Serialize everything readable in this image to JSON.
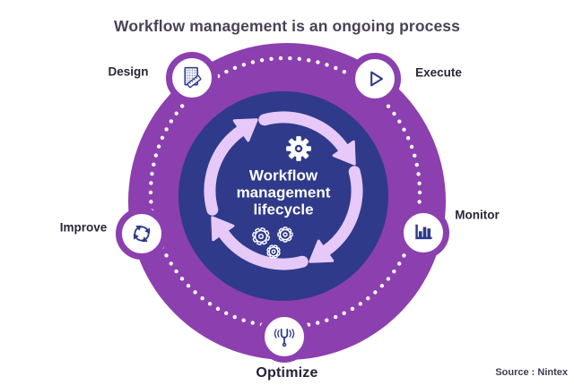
{
  "title": "Workflow management is an ongoing process",
  "center": {
    "lines": [
      "Workflow",
      "management",
      "lifecycle"
    ],
    "top_icon": "gear-icon",
    "bottom_icon": "three-gears-icon",
    "arrows_icon": "clockwise-cycle-arrows"
  },
  "nodes": [
    {
      "id": "design",
      "label": "Design",
      "icon": "grid-sheet-ruler-icon"
    },
    {
      "id": "execute",
      "label": "Execute",
      "icon": "play-triangle-icon"
    },
    {
      "id": "monitor",
      "label": "Monitor",
      "icon": "bar-chart-icon"
    },
    {
      "id": "optimize",
      "label": "Optimize",
      "icon": "tuning-fork-icon"
    },
    {
      "id": "improve",
      "label": "Improve",
      "icon": "cycle-arrows-icon"
    }
  ],
  "source": "Source : Nintex",
  "colors": {
    "purple": "#8c3fae",
    "navy": "#2f3a8a",
    "lilac": "#e6c9f8",
    "icon": "#2d3a8c",
    "title": "#4b4257",
    "label": "#2a2636",
    "optimize": "#232038",
    "source": "#3e3b52",
    "white": "#ffffff",
    "bg": "#ffffff"
  }
}
